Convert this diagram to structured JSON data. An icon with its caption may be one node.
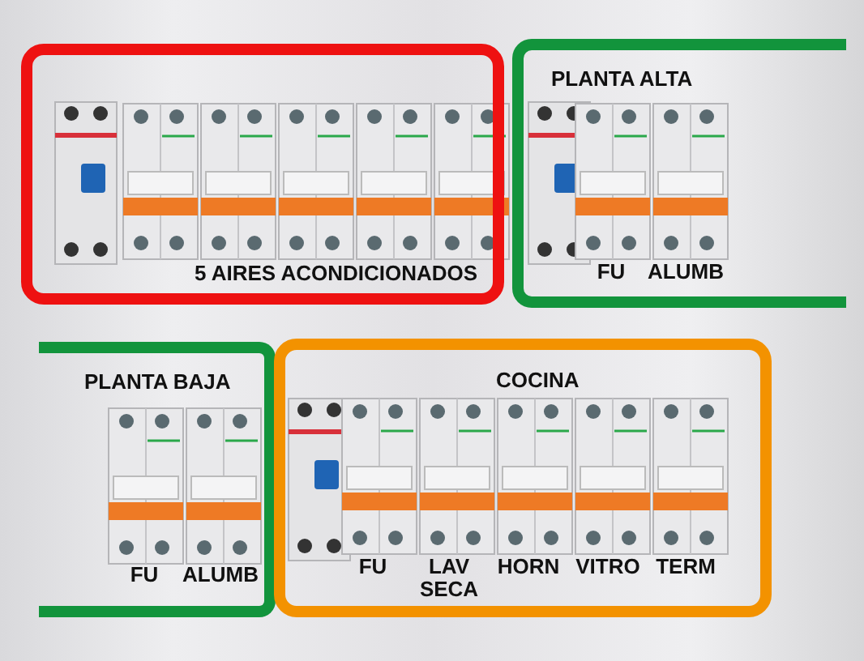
{
  "diagram": {
    "nodes": [
      {
        "text": [
          "5 AIRES ACONDICIONADOS"
        ]
      },
      {
        "text": [
          "PLANTA ALTA"
        ]
      },
      {
        "text": [
          "PLANTA BAJA"
        ]
      },
      {
        "text": [
          "COCINA"
        ]
      }
    ],
    "labels": [
      "FU",
      "ALUMB",
      "FU",
      "ALUMB",
      "FU",
      "LAV SECA",
      "HORN",
      "VITRO",
      "TERM"
    ]
  }
}
